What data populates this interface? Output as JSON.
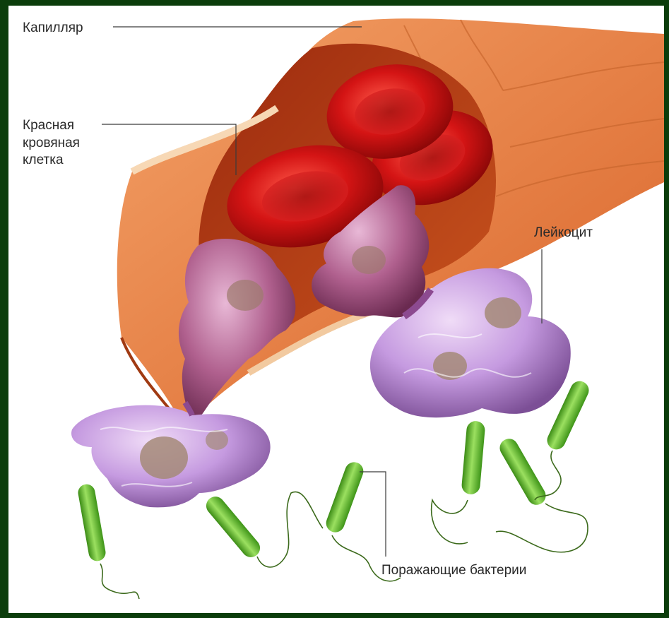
{
  "labels": {
    "capillary": "Капилляр",
    "red_blood_cell": "Красная\nкровяная\nклетка",
    "leukocyte": "Лейкоцит",
    "bacteria": "Поражающие бактерии"
  },
  "colors": {
    "frame": "#0b3d0b",
    "vessel_outer": "#e8823a",
    "vessel_inner": "#b83a14",
    "red_cell": "#d01515",
    "leukocyte_in_transit": "#b2628f",
    "leukocyte": "#c79be0",
    "nucleus": "#a48a78",
    "bacteria": "#5cbb2a"
  }
}
